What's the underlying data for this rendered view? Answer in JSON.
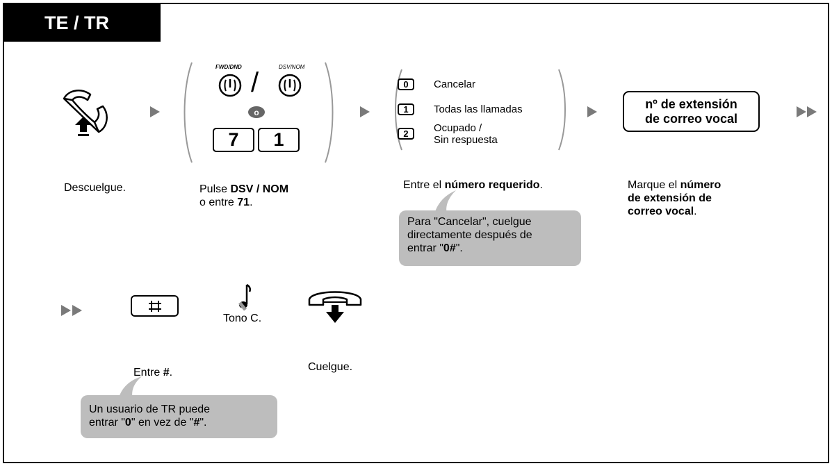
{
  "header": {
    "tab_label": "TE / TR"
  },
  "step1": {
    "caption": "Descuelgue."
  },
  "step2": {
    "key_left_label": "FWD/DND",
    "key_right_label": "DSV/NOM",
    "slash": "/",
    "or_label": "o",
    "digit_7": "7",
    "digit_1": "1",
    "caption_pre": "Pulse ",
    "caption_bold": "DSV / NOM",
    "caption_line2_pre": "o entre ",
    "caption_line2_bold": "71",
    "caption_line2_post": "."
  },
  "step3": {
    "options": [
      {
        "key": "0",
        "label": "Cancelar"
      },
      {
        "key": "1",
        "label": "Todas las llamadas"
      },
      {
        "key": "2",
        "label_line1": "Ocupado /",
        "label_line2": "Sin respuesta"
      }
    ],
    "caption_pre": "Entre el ",
    "caption_bold": "número requerido",
    "caption_post": ".",
    "tip_line1": "Para \"Cancelar\", cuelgue",
    "tip_line2": "directamente después de",
    "tip_line3_pre": "entrar \"",
    "tip_line3_bold": "0#",
    "tip_line3_post": "\"."
  },
  "step4": {
    "box_line1": "nº de extensión",
    "box_line2": "de correo vocal",
    "caption_pre": "Marque el ",
    "caption_bold1": "número",
    "caption_bold2": "de extensión de",
    "caption_bold3": "correo vocal",
    "caption_post": "."
  },
  "step5": {
    "caption_pre": "Entre ",
    "caption_bold": "#",
    "caption_post": ".",
    "tip_line1": "Un usuario de TR puede",
    "tip_line2_pre": "entrar \"",
    "tip_line2_bold1": "0",
    "tip_line2_mid": "\" en vez de \"",
    "tip_line2_bold2": "#",
    "tip_line2_post": "\"."
  },
  "step6": {
    "tone_label": "Tono C."
  },
  "step7": {
    "caption": "Cuelgue."
  }
}
